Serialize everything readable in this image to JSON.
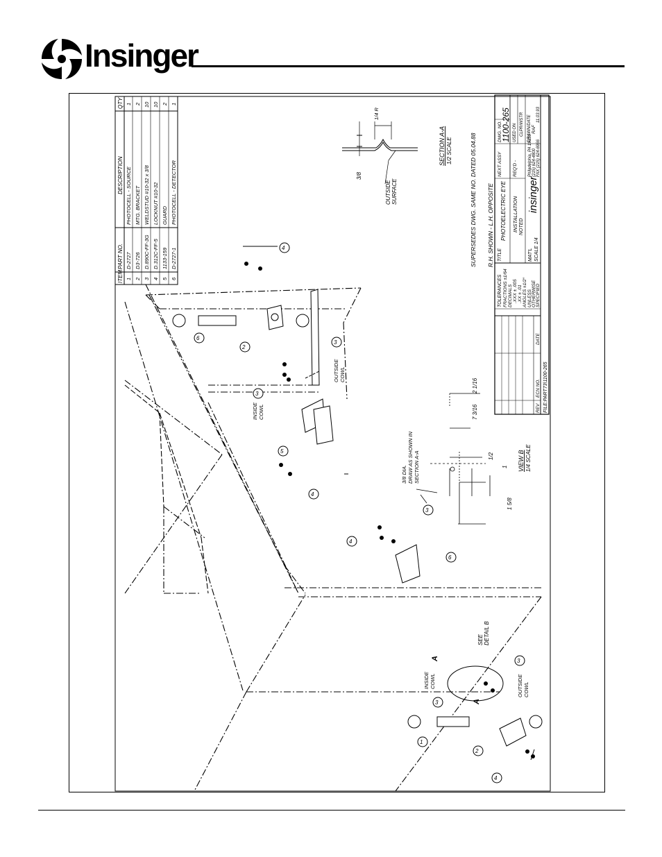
{
  "brand": {
    "name": "Insinger"
  },
  "parts_table": {
    "headers": {
      "item": "ITEM",
      "part_no": "PART NO.",
      "description": "DESCRIPTION",
      "qty": "QTY"
    },
    "rows": [
      {
        "item": "1",
        "part_no": "D-2727",
        "description": "PHOTOCELL - SOURCE",
        "qty": "1"
      },
      {
        "item": "2",
        "part_no": "D3-726",
        "description": "MTG. BRACKET",
        "qty": "2"
      },
      {
        "item": "3",
        "part_no": "D.890C-FF-3G",
        "description": "WELDSTUD #10-32 x 3/8",
        "qty": "10"
      },
      {
        "item": "4",
        "part_no": "D.312C-FF-5",
        "description": "LOCKNUT #10-32",
        "qty": "10"
      },
      {
        "item": "5",
        "part_no": "1133-159",
        "description": "GUARD",
        "qty": "2"
      },
      {
        "item": "6",
        "part_no": "D-2727-1",
        "description": "PHOTOCELL - DETECTOR",
        "qty": "1"
      }
    ]
  },
  "notes": {
    "supersedes": "SUPERSEDES DWG. SAME NO. DATED 05.04.88",
    "rh_shown": "R.H. SHOWN - L.H. OPPOSITE",
    "outside_surface": [
      "OUTSIDE",
      "SURFACE"
    ],
    "section_aa": {
      "title": "SECTION A-A",
      "scale": "1/2 SCALE"
    },
    "view_b": {
      "title": "VIEW B",
      "scale": "1/4 SCALE"
    },
    "see_detail": [
      "SEE",
      "DETAIL B"
    ],
    "hole_note": [
      "3/8 DIA.",
      "DRAW AS SHOWN IN",
      "SECTION A-A"
    ],
    "inside_cowl": [
      "INSIDE",
      "COWL"
    ],
    "outside_cowl": [
      "OUTSIDE",
      "COWL"
    ]
  },
  "dimensions": {
    "section_width": "1/4 R",
    "section_depth": "3/8",
    "d1": "7 3/16",
    "d2": "2 1/16",
    "d3": "1/2",
    "d4": "1",
    "d5": "1 5/8"
  },
  "title_block": {
    "tolerances": [
      "TOLERANCES",
      "FRACTIONS ±1/64",
      "DECIMALS",
      ".XXX ± .005",
      ".XX ± .01",
      "ANGLES ±1/2°",
      "UNLESS",
      "OTHERWISE",
      "SPECIFIED"
    ],
    "title_label": "TITLE",
    "title": "PHOTOELECTRIC EYE",
    "subtitle": "INSTALLATION",
    "matl_label": "MAT'L",
    "matl": "NOTED",
    "next_assy_label": "NEXT ASSY",
    "dwg_no_label": "DWG. NO.",
    "dwg_no": "1100-265",
    "reqd_label": "REQ'D -",
    "scale_label": "SCALE 1/4",
    "used_on": [
      "USED ON",
      "CLPR/WSTR"
    ],
    "drawn_label": "DRAWN/DATE",
    "drawn_by": "RAF",
    "drawn_date": "11.03.93",
    "company": "insinger",
    "address": [
      "Philadelphia, PA 19136",
      "(215) 624-4800",
      "FAX (215) 624-6966"
    ],
    "rev_label": "REV",
    "ecn_label": "ECN NO.",
    "date_label": "DATE",
    "file": "FILE:PART73\\1100-265"
  },
  "callouts": [
    "1",
    "2",
    "3",
    "3",
    "3",
    "3",
    "4",
    "4",
    "4",
    "4",
    "5",
    "6",
    "6"
  ]
}
